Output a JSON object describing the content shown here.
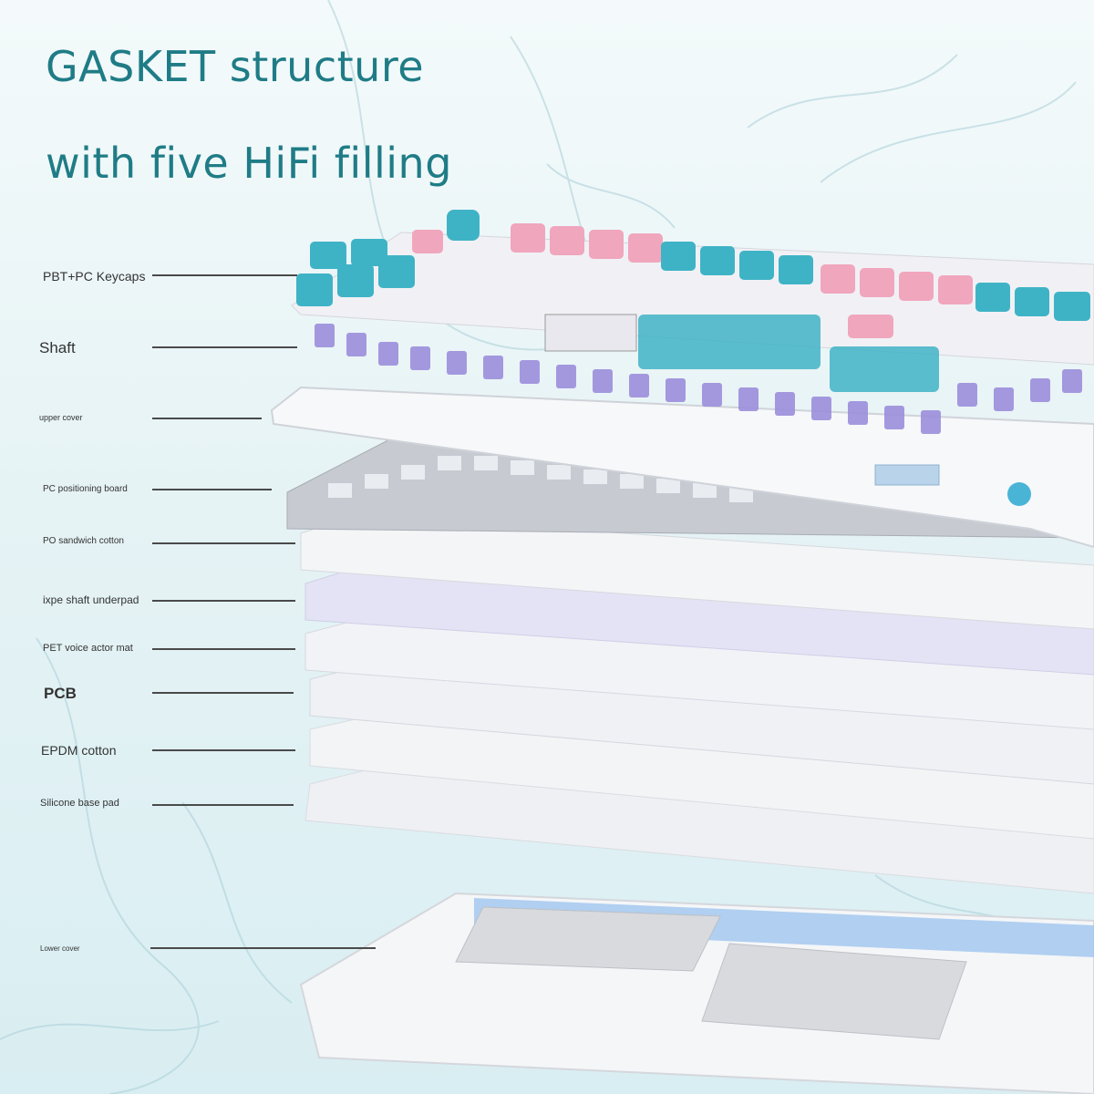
{
  "title": {
    "line1": "GASKET structure",
    "line2": "with five HiFi filling"
  },
  "layers": [
    {
      "id": "keycaps",
      "label": "PBT+PC Keycaps"
    },
    {
      "id": "shaft",
      "label": "Shaft"
    },
    {
      "id": "upper-cover",
      "label": "upper cover"
    },
    {
      "id": "pc-positioning-board",
      "label": "PC positioning board"
    },
    {
      "id": "po-sandwich-cotton",
      "label": "PO sandwich cotton"
    },
    {
      "id": "ixpe-shaft-underpad",
      "label": "ixpe shaft underpad"
    },
    {
      "id": "pet-voice-actor-mat",
      "label": "PET voice actor mat"
    },
    {
      "id": "pcb",
      "label": "PCB"
    },
    {
      "id": "epdm-cotton",
      "label": "EPDM cotton"
    },
    {
      "id": "silicone-base-pad",
      "label": "Silicone base pad"
    },
    {
      "id": "lower-cover",
      "label": "Lower cover"
    }
  ],
  "colors": {
    "title": "#1f7c86",
    "keycap_pink": "#f0a6bd",
    "keycap_teal": "#3fb3c6",
    "keycap_white": "#f4f4f7",
    "switch_purple": "#9c8fdc",
    "plate_grey": "#c9ccd3",
    "foam_white": "#f2f4f7"
  }
}
